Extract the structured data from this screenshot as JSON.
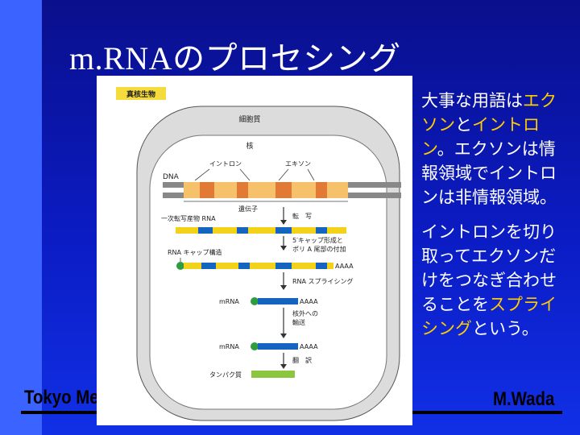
{
  "slide": {
    "title": "m.RNAのプロセシング",
    "footer_left": "Tokyo Me",
    "footer_right": "M.Wada"
  },
  "figure": {
    "tag": "真核生物",
    "cytoplasm": "細胞質",
    "nucleus": "核",
    "intron": "イントロン",
    "exon": "エキソン",
    "dna": "DNA",
    "gene": "遺伝子",
    "primary_transcript": "一次転写産物 RNA",
    "transcription": "転　写",
    "cap_structure": "RNA キャップ構造",
    "capping_line1": "5′キャップ形成と",
    "capping_line2": "ポリ A 尾部の付加",
    "polya": "AAAA",
    "splicing": "RNA スプライシング",
    "mrna_1": "mRNA",
    "polya_2": "AAAA",
    "export_line1": "核外への",
    "export_line2": "輸送",
    "mrna_2": "mRNA",
    "polya_3": "AAAA",
    "translation": "翻　訳",
    "protein": "タンパク質"
  },
  "side_text": {
    "p1_a": "大事な用語は",
    "p1_hl1": "エクソン",
    "p1_b": "と",
    "p1_hl2": "イントロン",
    "p1_c": "。エクソンは情報領域でイントロンは非情報領域。",
    "p2_a": "イントロンを切り取ってエクソンだけをつなぎ合わせることを",
    "p2_hl": "スプライシング",
    "p2_b": "という。"
  },
  "colors": {
    "background_top": "#0a0f8c",
    "background_bottom": "#1130e6",
    "left_bar": "#3a63ff",
    "highlight": "#ffcc00",
    "exon": "#f5c26b",
    "intron": "#e07a36",
    "rna_yellow": "#f3d21a",
    "mrna_blue": "#1565c0",
    "cap_green": "#2e9d3e",
    "protein_green": "#8cc63f"
  }
}
